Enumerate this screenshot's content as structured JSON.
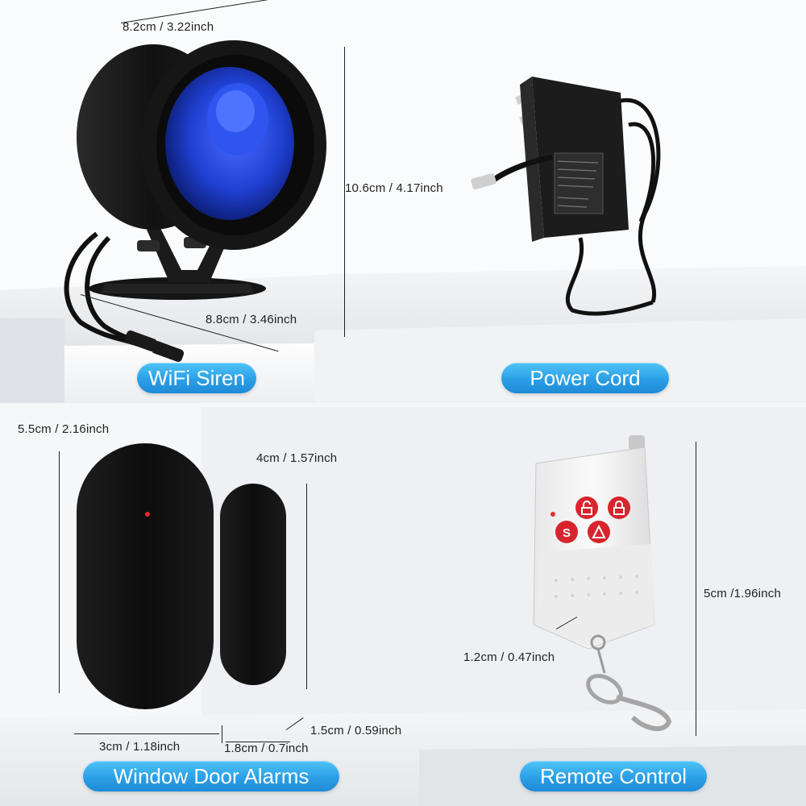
{
  "product_labels": {
    "siren": "WiFi Siren",
    "power": "Power Cord",
    "door": "Window Door Alarms",
    "remote": "Remote Control"
  },
  "dimensions": {
    "siren_width": "8.2cm / 3.22inch",
    "siren_height": "10.6cm / 4.17inch",
    "siren_base": "8.8cm / 3.46inch",
    "door_height": "5.5cm / 2.16inch",
    "magnet_height": "4cm / 1.57inch",
    "door_depth": "1.5cm / 0.59inch",
    "door_width": "3cm / 1.18inch",
    "magnet_width": "1.8cm / 0.7inch",
    "remote_height": "5cm /1.96inch",
    "remote_thickness": "1.2cm / 0.47inch"
  },
  "colors": {
    "label_pill": "#2b9fe6",
    "device_black": "#1a1a1a",
    "speaker_blue": "#1f3fd0",
    "remote_button_red": "#d8242c",
    "remote_body": "#f2f2f2"
  },
  "icons": [
    "unlock-icon",
    "lock-icon",
    "sos-icon",
    "alarm-bell-icon"
  ]
}
